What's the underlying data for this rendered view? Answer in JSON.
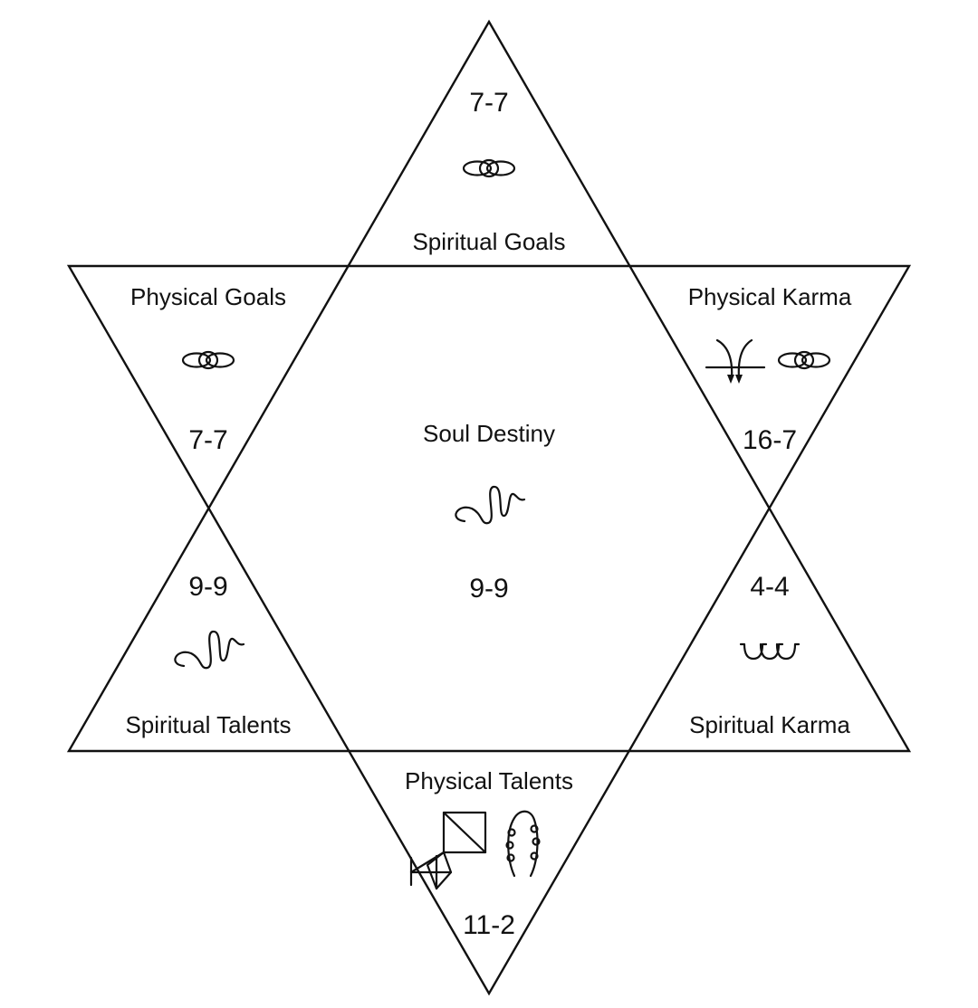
{
  "center": {
    "label": "Soul Destiny",
    "number": "9-9",
    "symbol": "serpent-glyph-icon"
  },
  "points": {
    "top": {
      "label": "Spiritual Goals",
      "number": "7-7",
      "symbols": [
        "chain-links-icon"
      ]
    },
    "upper_left": {
      "label": "Physical Goals",
      "number": "7-7",
      "symbols": [
        "chain-links-icon"
      ]
    },
    "upper_right": {
      "label": "Physical Karma",
      "number": "16-7",
      "symbols": [
        "falling-arrows-icon",
        "chain-links-icon"
      ]
    },
    "lower_left": {
      "label": "Spiritual Talents",
      "number": "9-9",
      "symbols": [
        "serpent-glyph-icon"
      ]
    },
    "lower_right": {
      "label": "Spiritual Karma",
      "number": "4-4",
      "symbols": [
        "wave-cups-icon"
      ]
    },
    "bottom": {
      "label": "Physical Talents",
      "number": "11-2",
      "symbols": [
        "kite-square-icon",
        "spiral-loops-icon"
      ]
    }
  }
}
